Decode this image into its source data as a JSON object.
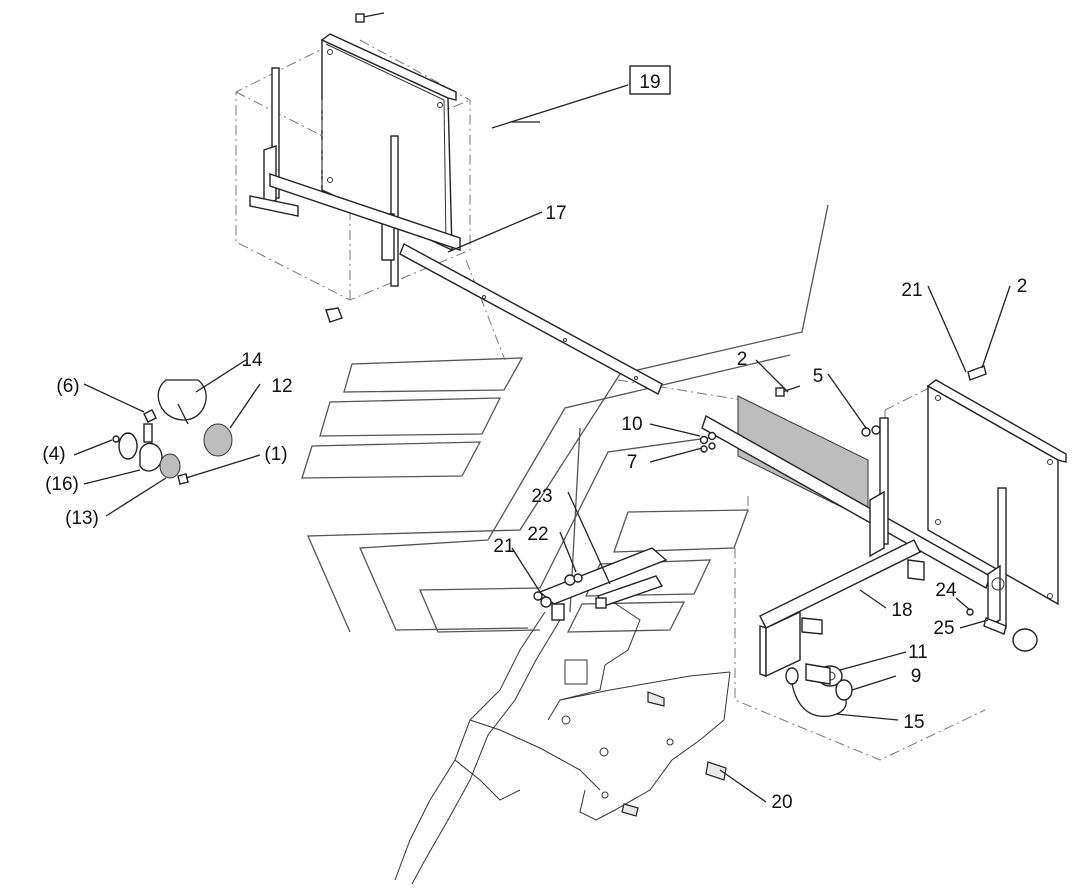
{
  "diagram": {
    "callouts": {
      "c19": "19",
      "c17": "17",
      "c21a": "21",
      "c2a": "2",
      "c2b": "2",
      "c5": "5",
      "c10": "10",
      "c7": "7",
      "c23": "23",
      "c22": "22",
      "c21b": "21",
      "c14": "14",
      "c12": "12",
      "c6": "(6)",
      "c4": "(4)",
      "c16": "(16)",
      "c1": "(1)",
      "c13": "(13)",
      "c18": "18",
      "c24": "24",
      "c25": "25",
      "c11": "11",
      "c9": "9",
      "c15": "15",
      "c20": "20"
    }
  }
}
